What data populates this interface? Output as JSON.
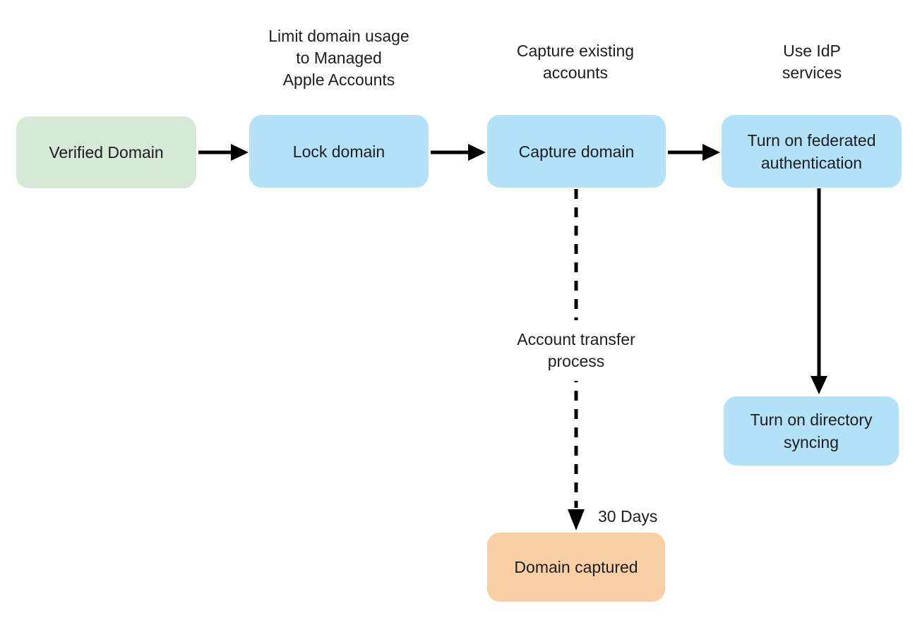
{
  "page": {
    "background": "#ffffff"
  },
  "colors": {
    "page_bg": "#ffffff",
    "node_green": "#d6e9d6",
    "node_blue": "#b3e2f8",
    "node_orange": "#f9d0a6",
    "arrow": "#000000",
    "text": "#1d1d1f"
  },
  "top_labels": {
    "limit_domain": "Limit domain usage\nto Managed\nApple Accounts",
    "capture_existing": "Capture existing\naccounts",
    "use_idp": "Use IdP\nservices"
  },
  "nodes": {
    "verified_domain": "Verified Domain",
    "lock_domain": "Lock domain",
    "capture_domain": "Capture domain",
    "federated_auth": "Turn on federated\nauthentication",
    "directory_syncing": "Turn on directory\nsyncing",
    "domain_captured": "Domain captured"
  },
  "edge_labels": {
    "account_transfer": "Account transfer\nprocess",
    "thirty_days": "30 Days"
  }
}
